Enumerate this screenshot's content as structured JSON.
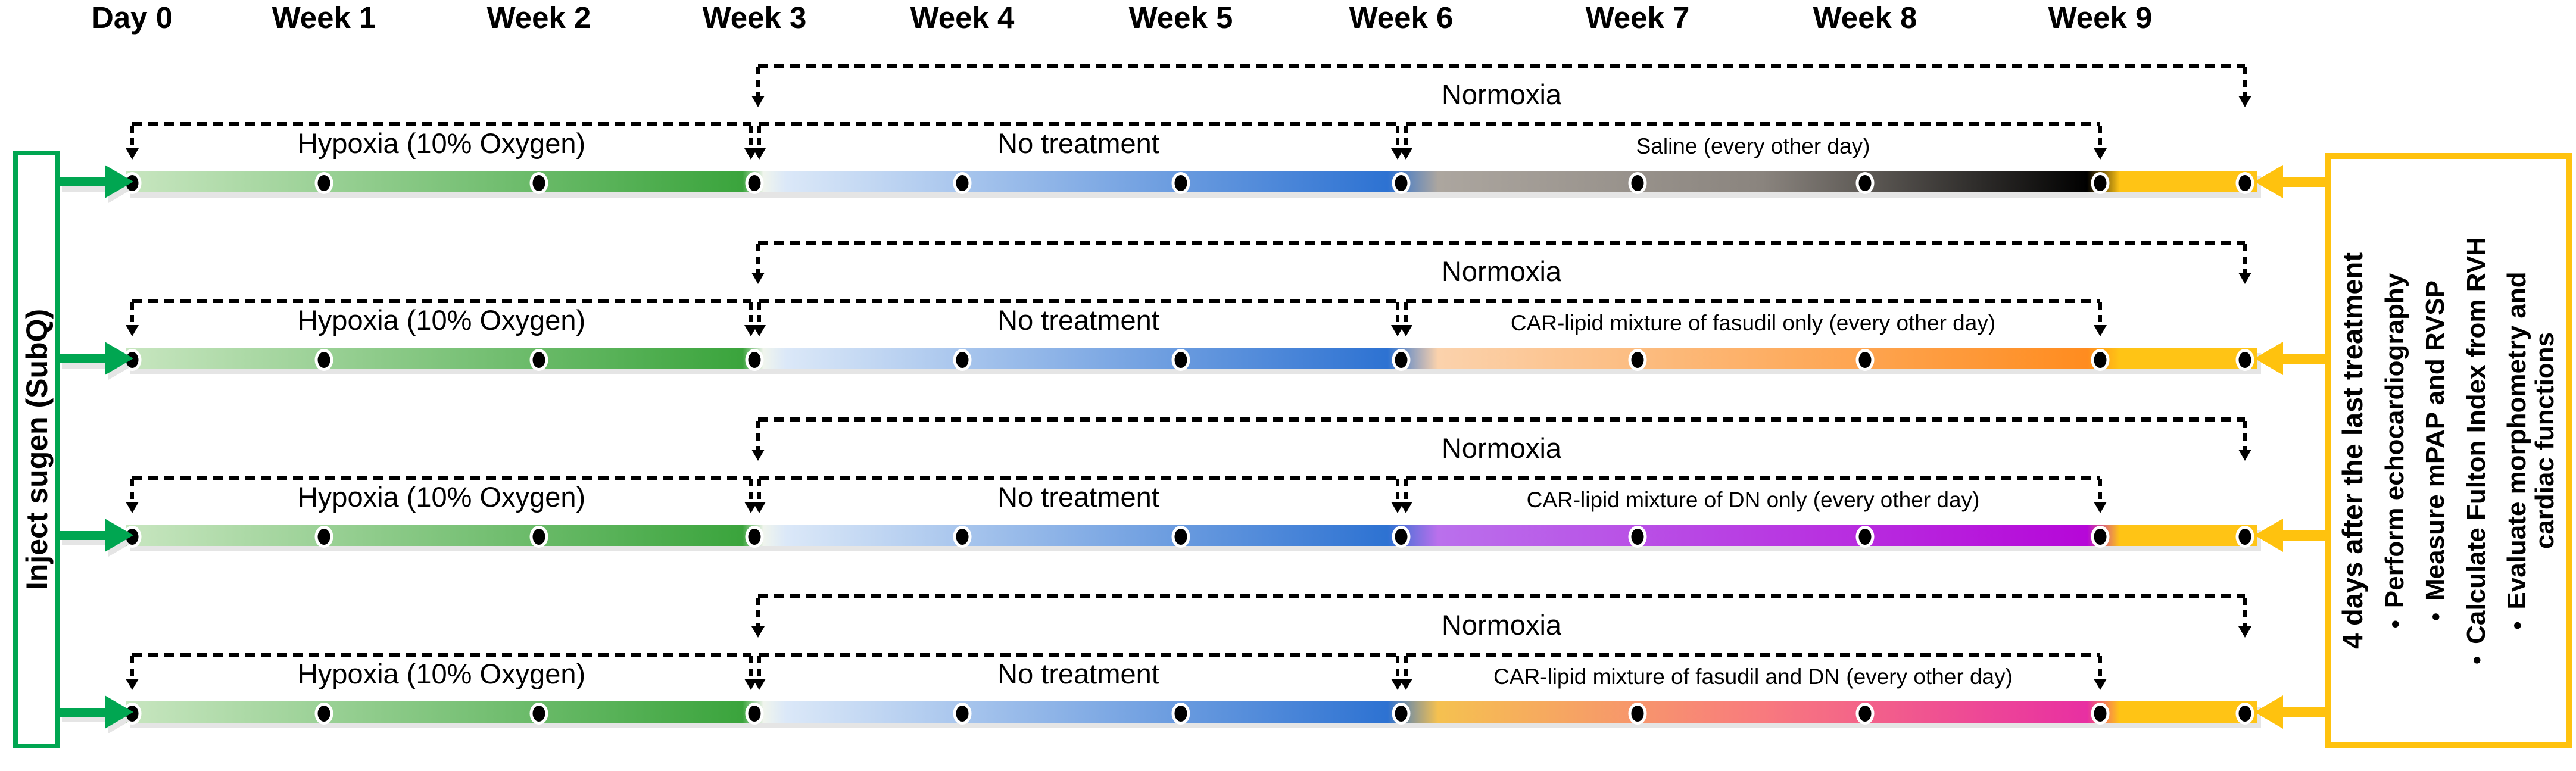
{
  "timeline_labels": [
    "Day 0",
    "Week 1",
    "Week 2",
    "Week 3",
    "Week 4",
    "Week 5",
    "Week 6",
    "Week 7",
    "Week 8",
    "Week 9"
  ],
  "left_box": {
    "label": "Inject sugen (SubQ)",
    "border_color": "#00A651"
  },
  "right_box": {
    "border_color": "#FFC20E",
    "title": "4 days after the last treatment",
    "bullet_glyph": "•",
    "bullets": [
      "Perform echocardiography",
      "Measure mPAP and RVSP",
      "Calculate Fulton Index from RVH",
      "Evaluate morphometry and",
      "cardiac functions"
    ]
  },
  "bar_colors": {
    "hypoxia_gradient": [
      "#C8E6C0",
      "#3AA43C"
    ],
    "transition_gap": "#F0F5ED",
    "no_treatment_gradient": [
      "#DBE8F8",
      "#2D72D2"
    ],
    "final_segment": "#FFC415"
  },
  "rows": [
    {
      "normoxia_label": "Normoxia",
      "hypoxia_label": "Hypoxia (10% Oxygen)",
      "no_treatment_label": "No treatment",
      "treatment_label": "Saline (every other day)",
      "treatment_colors": [
        "#ACA69F",
        "#8A847E",
        "#000000"
      ]
    },
    {
      "normoxia_label": "Normoxia",
      "hypoxia_label": "Hypoxia (10% Oxygen)",
      "no_treatment_label": "No treatment",
      "treatment_label": "CAR-lipid mixture of fasudil only (every other day)",
      "treatment_colors": [
        "#FBD2AC",
        "#FF8C1F"
      ]
    },
    {
      "normoxia_label": "Normoxia",
      "hypoxia_label": "Hypoxia (10% Oxygen)",
      "no_treatment_label": "No treatment",
      "treatment_label": "CAR-lipid mixture of DN only (every other day)",
      "treatment_colors": [
        "#BA70EC",
        "#B607D8"
      ]
    },
    {
      "normoxia_label": "Normoxia",
      "hypoxia_label": "Hypoxia (10% Oxygen)",
      "no_treatment_label": "No treatment",
      "treatment_label": "CAR-lipid mixture of fasudil and DN (every other day)",
      "treatment_colors": [
        "#F5C150",
        "#F87A7E",
        "#E82FA2"
      ]
    }
  ]
}
